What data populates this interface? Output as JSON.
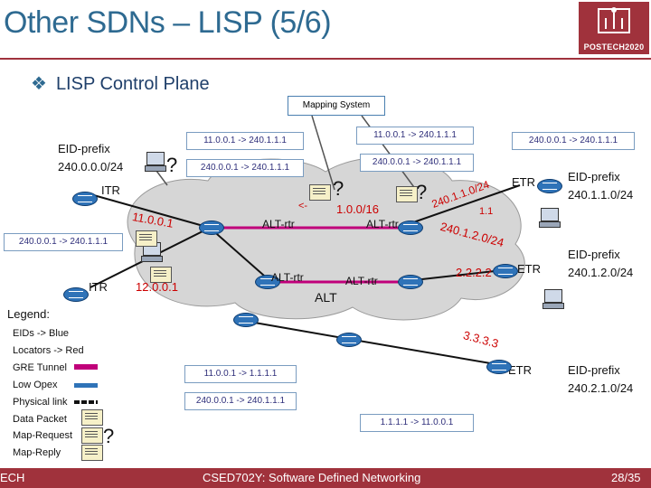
{
  "slide": {
    "title": "Other SDNs – LISP (5/6)",
    "logo_text": "POSTECH2020",
    "bullet": "LISP Control Plane",
    "bullet_icon": "diamond-bullet-icon"
  },
  "mapping_system": "Mapping System",
  "boxes": {
    "top_left": "11.0.0.1 -> 240.1.1.1",
    "top_mid": "11.0.0.1 -> 240.1.1.1",
    "top_right": "240.0.0.1 -> 240.1.1.1",
    "mid_left": "240.0.0.1 -> 240.1.1.1",
    "mid_mid": "240.0.0.1 -> 240.1.1.1",
    "left_mid": "240.0.0.1 -> 240.1.1.1",
    "bottom_1": "11.0.0.1 -> 1.1.1.1",
    "bottom_2": "240.0.0.1 -> 240.1.1.1",
    "bottom_3": "1.1.1.1 -> 11.0.0.1"
  },
  "left_site": {
    "eid_label": "EID-prefix",
    "eid_value": "240.0.0.0/24",
    "itr_top": "ITR",
    "itr_bottom": "ITR"
  },
  "right_sites": [
    {
      "role": "ETR",
      "eid_label": "EID-prefix",
      "eid_value": "240.1.1.0/24"
    },
    {
      "role": "ETR",
      "eid_label": "EID-prefix",
      "eid_value": "240.1.2.0/24"
    },
    {
      "role": "ETR",
      "eid_label": "EID-prefix",
      "eid_value": "240.2.1.0/24"
    }
  ],
  "alt": {
    "routers": [
      "ALT-rtr",
      "ALT-rtr",
      "ALT-rtr",
      "ALT-rtr"
    ],
    "label": "ALT"
  },
  "red_addresses": {
    "a1": "11.0.0.1",
    "a2": "12.0.0.1",
    "a3": "1.0.0/16",
    "a4": "<-",
    "a5": "2.2.2.2",
    "a6": "3.3.3.3",
    "a7": "1.1",
    "a8": "240.1.2.0/24",
    "a9": "240.1.1.0/24"
  },
  "question_mark": "?",
  "legend": {
    "title": "Legend:",
    "items": [
      "EIDs -> Blue",
      "Locators -> Red",
      "GRE Tunnel",
      "Low Opex",
      "Physical link",
      "Data Packet",
      "Map-Request",
      "Map-Reply"
    ]
  },
  "footer": {
    "left": "ECH",
    "center": "CSED702Y: Software Defined Networking",
    "page": "28/35"
  },
  "colors": {
    "title": "#2e6a91",
    "brand": "#a0323c",
    "eid_blue": "#2e2e7a",
    "locator_red": "#cc0000",
    "gre_tunnel": "#c0007a",
    "low_opex": "#2f73b8",
    "physical_link": "#111111"
  }
}
